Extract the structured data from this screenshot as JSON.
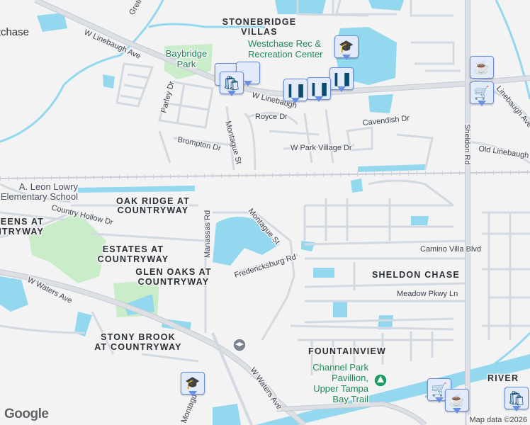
{
  "map": {
    "colors": {
      "background": "#f3f3f3",
      "water": "#93d8ee",
      "park": "#c9ecc9",
      "road": "#ffffff",
      "road_outline": "#d3d9e0",
      "highway": "#d8dce2",
      "marker_fill": "#e3ebfb",
      "marker_border": "#6b8fe0",
      "icon": "#0e4a6e",
      "park_label": "#1e8a55"
    },
    "neighborhoods": {
      "stonebridge": [
        "STONEBRIDGE",
        "VILLAS"
      ],
      "oak_ridge": [
        "OAK RIDGE AT",
        "COUNTRYWAY"
      ],
      "greens": [
        "GREENS AT",
        "COUNTRYWAY"
      ],
      "estates": [
        "ESTATES AT",
        "COUNTRYWAY"
      ],
      "glen_oaks": [
        "GLEN OAKS AT",
        "COUNTRYWAY"
      ],
      "stony_brook": [
        "STONY BROOK",
        "AT COUNTRYWAY"
      ],
      "sheldon_chase": "SHELDON CHASE",
      "fountainview": "FOUNTAINVIEW",
      "river": "RIVER",
      "westchase": "Westchase"
    },
    "places": {
      "baybridge_park": [
        "Baybridge",
        "Park"
      ],
      "rec_center": [
        "Westchase Rec &",
        "Recreation Center"
      ],
      "school": [
        "A. Leon Lowry",
        "Elementary School"
      ],
      "channel_park": [
        "Channel Park",
        "Pavillion,",
        "Upper Tampa",
        "Bay Trail"
      ]
    },
    "streets": {
      "w_linebaugh_1": "W Linebaugh Ave",
      "w_linebaugh_2": "W Linebaugh",
      "linebaugh_right": "Linebaugh Ave",
      "royce": "Royce Dr",
      "parley": "Parley Dr",
      "brompton": "Brompton Dr",
      "montague_1": "Montague St",
      "montague_2": "Montague St",
      "montague_3": "Montague St",
      "cavendish": "Cavendish Dr",
      "park_village": "W Park Village Dr",
      "sheldon": "Sheldon Rd",
      "old_linebaugh": "Old Linebaugh Ave",
      "country_hollow": "Country Hollow Dr",
      "manassas": "Manassas Rd",
      "fredericksburg": "Fredericksburg Rd",
      "camino_villa": "Camino Villa Blvd",
      "meadow": "Meadow Pkwy Ln",
      "w_waters_1": "W Waters Ave",
      "w_waters_2": "W Waters Ave",
      "gretna": "Gretna"
    },
    "markers": [
      {
        "icon": "shopping-bag-icon"
      },
      {
        "icon": "restaurant-icon"
      },
      {
        "icon": "school-icon"
      },
      {
        "icon": "restaurant-icon"
      },
      {
        "icon": "restaurant-icon"
      },
      {
        "icon": "restaurant-icon"
      },
      {
        "icon": "coffee-icon"
      },
      {
        "icon": "shopping-cart-icon"
      },
      {
        "icon": "school-icon"
      },
      {
        "icon": "shopping-cart-icon"
      },
      {
        "icon": "coffee-icon"
      },
      {
        "icon": "shopping-bag-icon"
      }
    ],
    "logo": "Google",
    "attribution": "Map data ©2026"
  }
}
